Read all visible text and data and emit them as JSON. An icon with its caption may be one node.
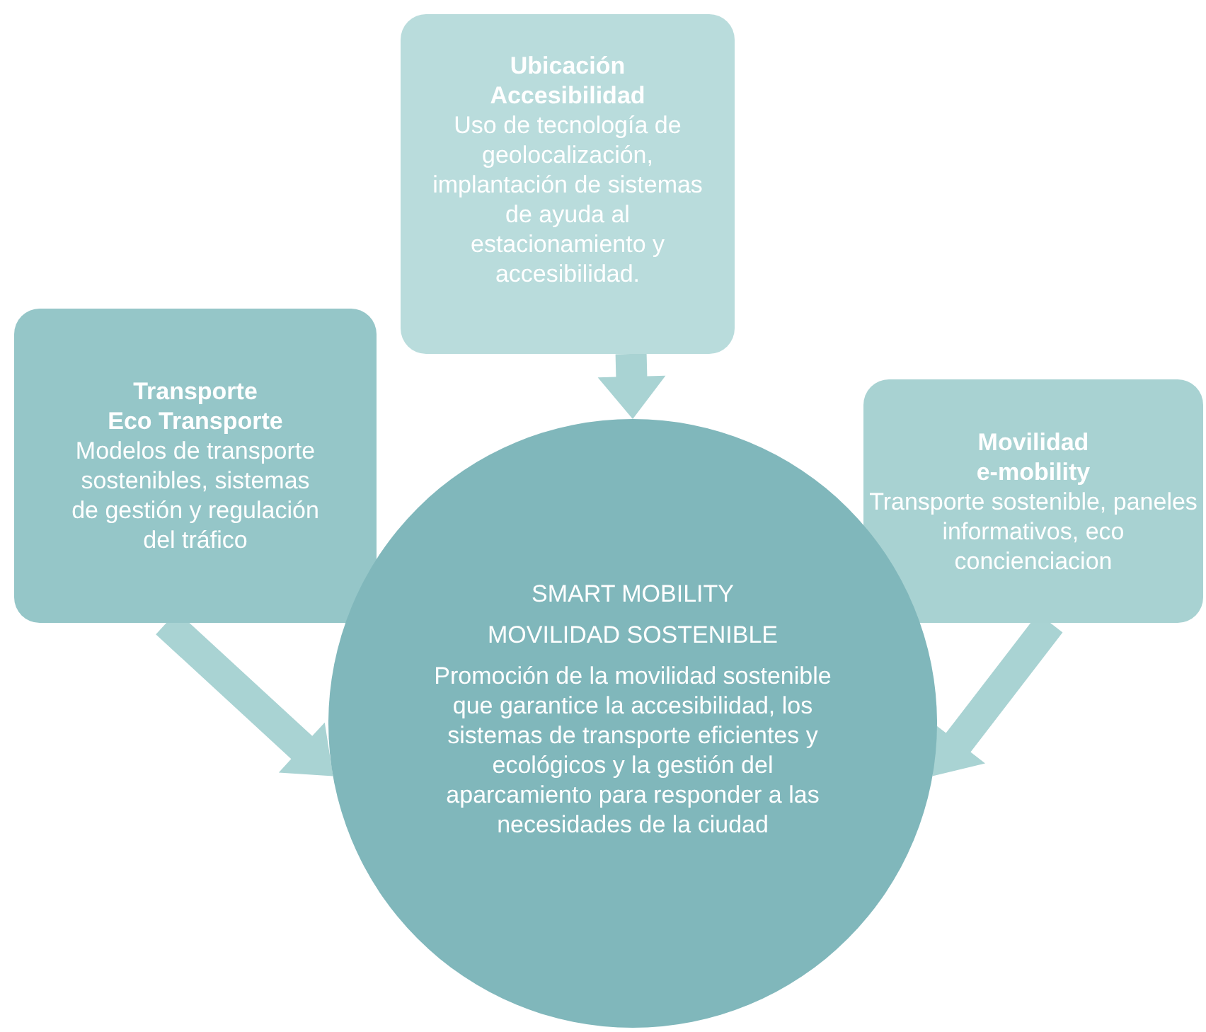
{
  "diagram": {
    "nodes": [
      {
        "text": [
          "Ubicación",
          "Accesibilidad",
          "Uso de tecnología de geolocalización, implantación de sistemas de ayuda al estacionamiento y accesibilidad."
        ]
      },
      {
        "text": [
          "Transporte",
          "Eco Transporte",
          "Modelos de transporte sostenibles, sistemas de gestión y regulación del tráfico"
        ]
      },
      {
        "text": [
          "Movilidad",
          "e-mobility",
          "Transporte sostenible, paneles informativos, eco concienciacion"
        ]
      },
      {
        "text": [
          "SMART MOBILITY",
          "MOVILIDAD SOSTENIBLE",
          "Promoción de la movilidad sostenible que garantice la accesibilidad, los sistemas de transporte eficientes y ecológicos y la gestión del aparcamiento para responder a las necesidades de la ciudad"
        ]
      }
    ],
    "edges": [
      {
        "from": 0,
        "to": 3,
        "arrow": "to",
        "style": "thick"
      },
      {
        "from": 1,
        "to": 3,
        "arrow": "to",
        "style": "thick"
      },
      {
        "from": 2,
        "to": 3,
        "arrow": "to",
        "style": "thick"
      }
    ]
  }
}
